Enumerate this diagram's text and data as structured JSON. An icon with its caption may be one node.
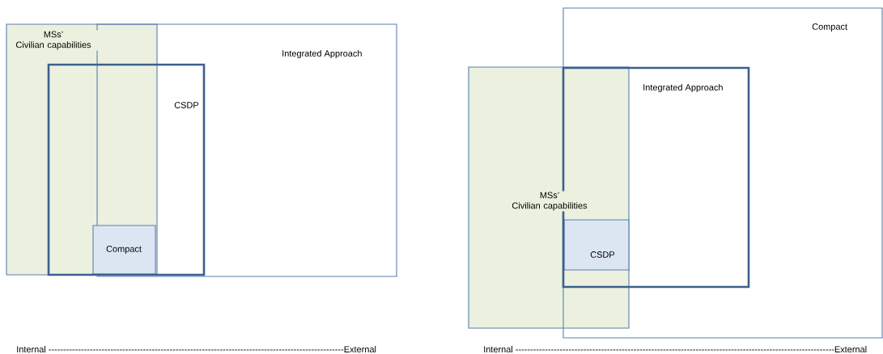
{
  "diagram": {
    "nodes": [
      {
        "text": [
          "Integrated Approach"
        ]
      },
      {
        "text": [
          "MSs’ Civilian capabilities"
        ]
      },
      {
        "text": [
          "CSDP"
        ]
      },
      {
        "text": [
          "Compact"
        ]
      },
      {
        "text": [
          "Compact"
        ]
      },
      {
        "text": [
          "MSs’ Civilian capabilities"
        ]
      },
      {
        "text": [
          "Integrated Approach"
        ],
        "in": 4
      },
      {
        "text": [
          "CSDP"
        ]
      }
    ],
    "edges": [],
    "labels": [
      "Internal ----------------------------------------------------------------------------------------------------External",
      "Internal ------------------------------------------------------------------------------------------------------------External"
    ]
  }
}
